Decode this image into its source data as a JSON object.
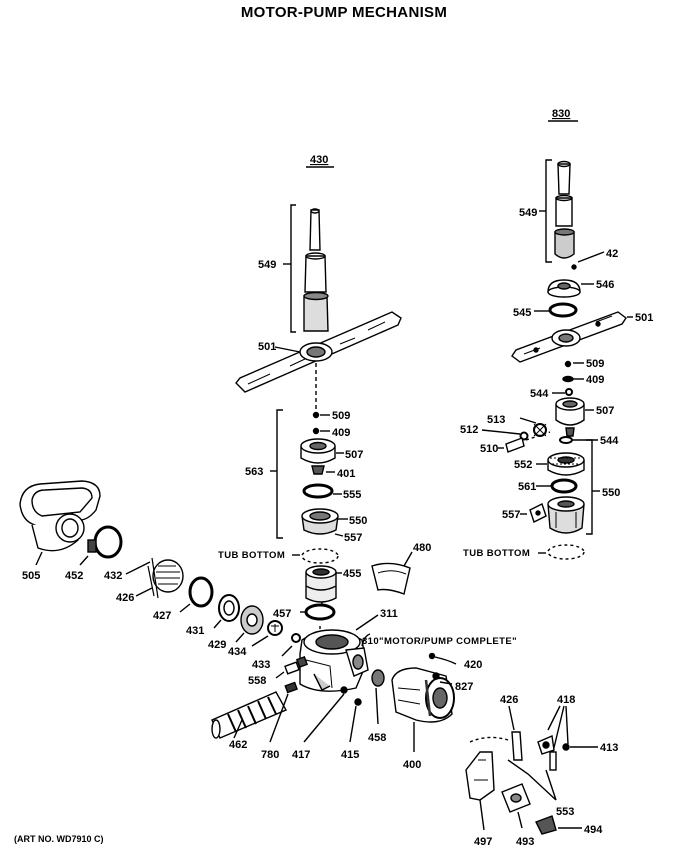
{
  "title": "MOTOR-PUMP MECHANISM",
  "art_number": "(ART NO. WD7910 C)",
  "sections": {
    "left": "430",
    "right": "830"
  },
  "captions": {
    "tub_bottom_left": "TUB BOTTOM",
    "tub_bottom_right": "TUB BOTTOM",
    "motor_pump_complete": "310\"MOTOR/PUMP COMPLETE\""
  },
  "labels": {
    "l549": "549",
    "l501": "501",
    "l509": "509",
    "l409": "409",
    "l563": "563",
    "l507": "507",
    "l401": "401",
    "l555": "555",
    "l550": "550",
    "l557": "557",
    "l455": "455",
    "l480": "480",
    "l505": "505",
    "l452": "452",
    "l432": "432",
    "l426": "426",
    "l427": "427",
    "l431": "431",
    "l429": "429",
    "l434": "434",
    "l457": "457",
    "l311": "311",
    "l433": "433",
    "l558": "558",
    "l420": "420",
    "l827": "827",
    "l462": "462",
    "l780": "780",
    "l417": "417",
    "l415": "415",
    "l458": "458",
    "l400": "400",
    "l426b": "426",
    "l418": "418",
    "l413": "413",
    "l553": "553",
    "l497": "497",
    "l493": "493",
    "l494": "494",
    "r549": "549",
    "r42": "42",
    "r546": "546",
    "r545": "545",
    "r501": "501",
    "r509": "509",
    "r409": "409",
    "r544": "544",
    "r507": "507",
    "r513": "513",
    "r512": "512",
    "r510": "510",
    "r544b": "544",
    "r552": "552",
    "r561": "561",
    "r550": "550",
    "r557": "557"
  }
}
